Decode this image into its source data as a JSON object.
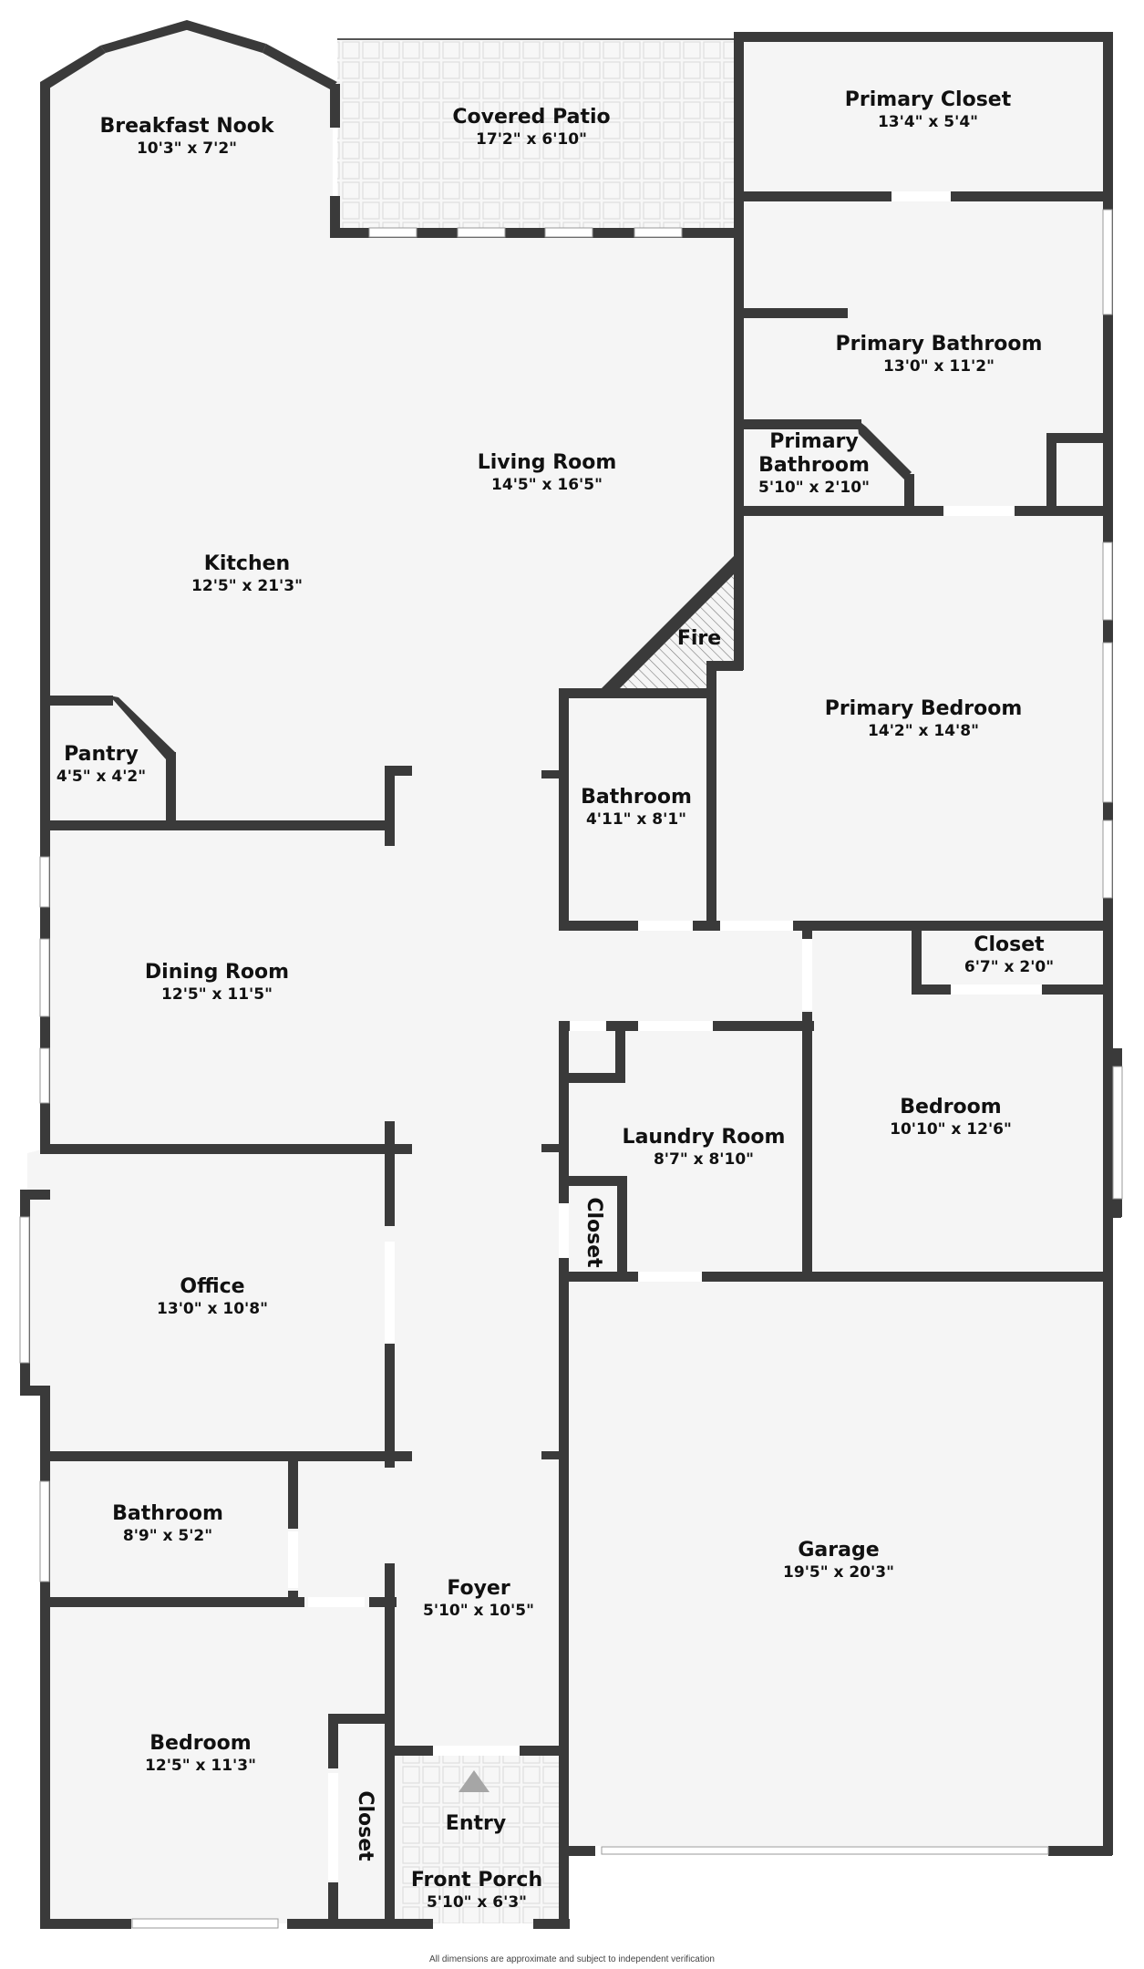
{
  "plan": {
    "type": "floor-plan",
    "wall_color": "#3a3a3a",
    "floor_color": "#f5f5f5",
    "fireplace_label": "Fire",
    "entry_label": "Entry",
    "entry_arrow_color": "#a6a6a6"
  },
  "rooms": {
    "breakfast_nook": {
      "name": "Breakfast Nook",
      "dim": "10'3\" x 7'2\""
    },
    "covered_patio": {
      "name": "Covered Patio",
      "dim": "17'2\" x 6'10\""
    },
    "primary_closet": {
      "name": "Primary Closet",
      "dim": "13'4\" x 5'4\""
    },
    "primary_bathroom": {
      "name": "Primary Bathroom",
      "dim": "13'0\" x 11'2\""
    },
    "primary_bathroom_small": {
      "name_line1": "Primary",
      "name_line2": "Bathroom",
      "dim": "5'10\" x 2'10\""
    },
    "living_room": {
      "name": "Living Room",
      "dim": "14'5\" x 16'5\""
    },
    "kitchen": {
      "name": "Kitchen",
      "dim": "12'5\" x 21'3\""
    },
    "pantry": {
      "name": "Pantry",
      "dim": "4'5\" x 4'2\""
    },
    "bathroom_hall": {
      "name": "Bathroom",
      "dim": "4'11\" x 8'1\""
    },
    "primary_bedroom": {
      "name": "Primary Bedroom",
      "dim": "14'2\" x 14'8\""
    },
    "dining_room": {
      "name": "Dining Room",
      "dim": "12'5\" x 11'5\""
    },
    "closet_bedroom2": {
      "name": "Closet",
      "dim": "6'7\" x 2'0\""
    },
    "bedroom2": {
      "name": "Bedroom",
      "dim": "10'10\" x 12'6\""
    },
    "laundry_room": {
      "name": "Laundry Room",
      "dim": "8'7\" x 8'10\""
    },
    "laundry_closet": {
      "name": "Closet"
    },
    "office": {
      "name": "Office",
      "dim": "13'0\" x 10'8\""
    },
    "garage": {
      "name": "Garage",
      "dim": "19'5\" x 20'3\""
    },
    "bathroom_lower": {
      "name": "Bathroom",
      "dim": "8'9\" x 5'2\""
    },
    "foyer": {
      "name": "Foyer",
      "dim": "5'10\" x 10'5\""
    },
    "bedroom3": {
      "name": "Bedroom",
      "dim": "12'5\" x 11'3\""
    },
    "bedroom3_closet": {
      "name": "Closet"
    },
    "front_porch": {
      "name": "Front Porch",
      "dim": "5'10\" x 6'3\""
    }
  },
  "footer": {
    "disclaimer": "All dimensions are approximate and subject to independent verification"
  }
}
